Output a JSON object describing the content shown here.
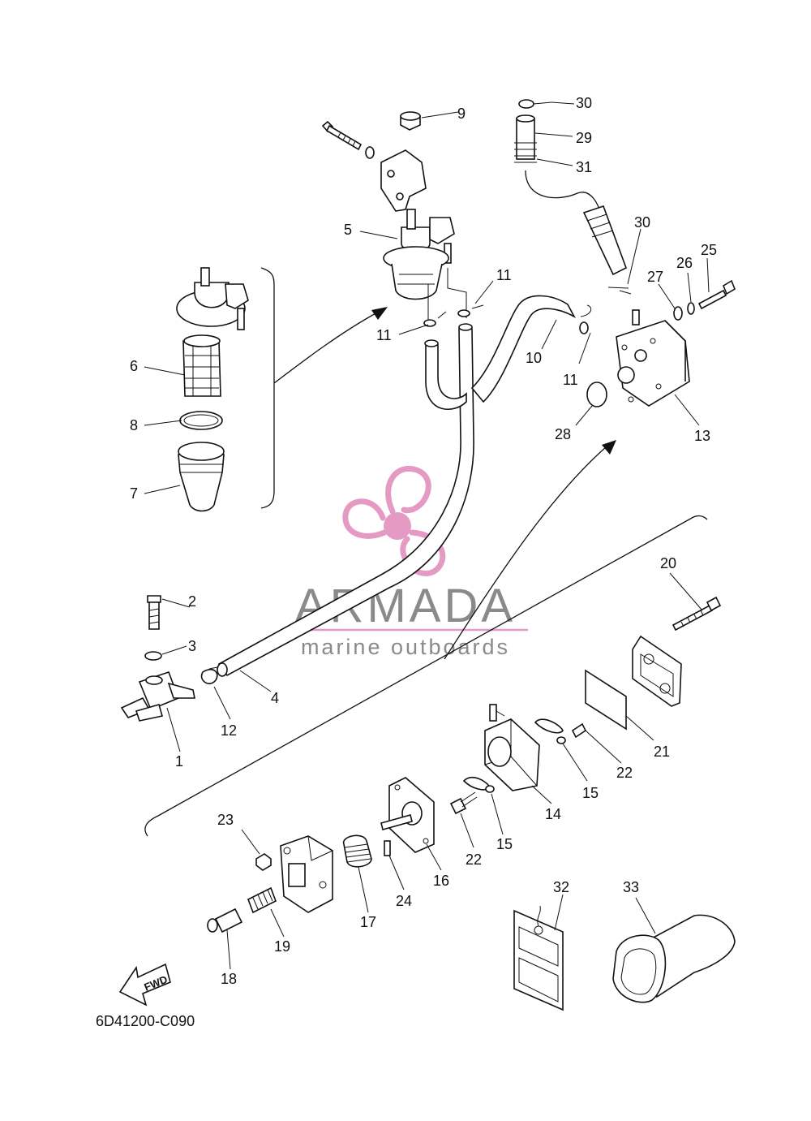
{
  "diagram": {
    "drawing_code": "6D41200-C090",
    "fwd_label": "FWD",
    "colors": {
      "lines": "#111111",
      "watermark_text": "#8a8a8a",
      "watermark_logo": "#e59ac3"
    },
    "callouts": {
      "c1": "1",
      "c2": "2",
      "c3": "3",
      "c4": "4",
      "c5": "5",
      "c6": "6",
      "c7": "7",
      "c8": "8",
      "c9": "9",
      "c10": "10",
      "c11a": "11",
      "c11b": "11",
      "c11c": "11",
      "c12": "12",
      "c13": "13",
      "c14": "14",
      "c15a": "15",
      "c15b": "15",
      "c16": "16",
      "c17": "17",
      "c18": "18",
      "c19": "19",
      "c20": "20",
      "c21": "21",
      "c22a": "22",
      "c22b": "22",
      "c23": "23",
      "c24": "24",
      "c25": "25",
      "c26": "26",
      "c27": "27",
      "c28": "28",
      "c29": "29",
      "c30a": "30",
      "c30b": "30",
      "c31": "31",
      "c32": "32",
      "c33": "33"
    }
  },
  "watermark": {
    "logo_icon": "propeller-icon",
    "brand": "ARMADA",
    "tagline": "marine outboards"
  }
}
